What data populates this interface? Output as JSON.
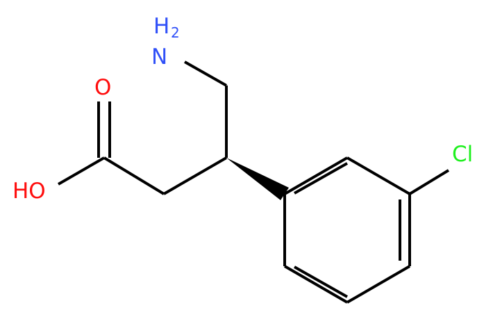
{
  "molecule": {
    "atoms": {
      "amine": {
        "symbol": "N",
        "subscript_prefix": "H",
        "subscript": "2"
      },
      "carbonyl_oxygen": {
        "symbol": "O"
      },
      "hydroxyl": {
        "symbol": "HO"
      },
      "chlorine": {
        "symbol": "Cl"
      }
    },
    "colors": {
      "bond": "#000000",
      "nitrogen": "#3050F8",
      "oxygen": "#FF0D0D",
      "chlorine": "#1FF01F"
    }
  }
}
